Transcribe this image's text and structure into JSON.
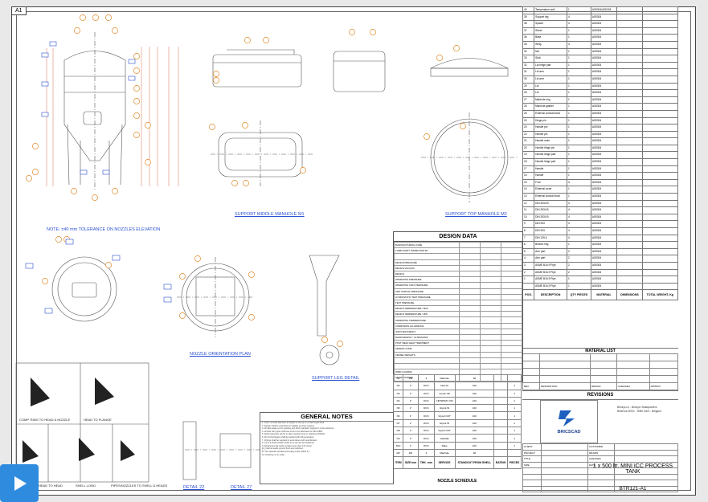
{
  "sheet": {
    "tag": "A1"
  },
  "views": {
    "note": "NOTE:   ±40 mm TOLERANCE ON NOZZLES ELEVATION",
    "support_middle": "SUPPORT MIDDLE MANHOLE M1",
    "support_top": "SUPPORT TOP MANHOLE M2",
    "nozzle_plan": "NOZZLE ORIENTATION PLAN",
    "support_leg": "SUPPORT LEG DETAIL",
    "detail_22": "DETAIL 22",
    "detail_27": "DETAIL 27",
    "welds": [
      "COMP. RING TO HEAD & NOZZLE",
      "HEAD TO FLANGE",
      "HEAD TO HEAD",
      "SHELL LONG",
      "PIPES/NOZZLES TO SHELL & HEADS"
    ]
  },
  "parts_list": {
    "rows": [
      [
        "40",
        "Temperature well",
        "1",
        "AISI304/AISI304",
        ""
      ],
      [
        "39",
        "Support leg",
        "4",
        "AISI304",
        ""
      ],
      [
        "38",
        "Spacer",
        "4",
        "AISI304",
        ""
      ],
      [
        "37",
        "Sheet",
        "1",
        "AISI304",
        ""
      ],
      [
        "36",
        "Base",
        "1",
        "AISI304",
        ""
      ],
      [
        "35",
        "Wing",
        "4",
        "AISI304",
        ""
      ],
      [
        "34",
        "Nut",
        "1",
        "AISI304",
        ""
      ],
      [
        "33",
        "Stub",
        "1",
        "AISI304",
        ""
      ],
      [
        "32",
        "Lid hinge part",
        "1",
        "AISI304",
        ""
      ],
      [
        "31",
        "Lid arm",
        "1",
        "AISI304",
        ""
      ],
      [
        "30",
        "Lid arm",
        "1",
        "AISI304",
        ""
      ],
      [
        "29",
        "Lid",
        "1",
        "AISI304",
        ""
      ],
      [
        "28",
        "Lid",
        "1",
        "AISI304",
        ""
      ],
      [
        "27",
        "Manhole ring",
        "1",
        "AISI304",
        ""
      ],
      [
        "26",
        "Manhole gasket",
        "1",
        "AISI304",
        ""
      ],
      [
        "25",
        "External conical head",
        "1",
        "AISI304",
        ""
      ],
      [
        "24",
        "Hinge pin",
        "1",
        "AISI304",
        ""
      ],
      [
        "23",
        "Handle pin",
        "1",
        "AISI304",
        ""
      ],
      [
        "22",
        "Handle pin",
        "1",
        "AISI304",
        ""
      ],
      [
        "21",
        "Handle rosie",
        "1",
        "AISI304",
        ""
      ],
      [
        "20",
        "Handle hinge pin",
        "1",
        "AISI304",
        ""
      ],
      [
        "19",
        "Handle hinge part",
        "1",
        "AISI304",
        ""
      ],
      [
        "18",
        "Handle hinge part",
        "1",
        "AISI304",
        ""
      ],
      [
        "17",
        "Handle",
        "1",
        "AISI304",
        ""
      ],
      [
        "16",
        "Handle",
        "1",
        "AISI304",
        ""
      ],
      [
        "15",
        "Foot",
        "4",
        "AISI304",
        ""
      ],
      [
        "14",
        "External cover",
        "1",
        "AISI304",
        ""
      ],
      [
        "13",
        "External conical head",
        "1",
        "AISI304",
        ""
      ],
      [
        "12",
        "DIN 2634 B",
        "4",
        "AISI304",
        ""
      ],
      [
        "11",
        "DIN 2634 B",
        "4",
        "AISI304",
        ""
      ],
      [
        "10",
        "DIN 2634 B",
        "4",
        "AISI304",
        ""
      ],
      [
        "9",
        "DIN 933",
        "4",
        "AISI304",
        ""
      ],
      [
        "8",
        "DIN 933",
        "4",
        "AISI304",
        ""
      ],
      [
        "7",
        "DIN 125 A",
        "4",
        "AISI304",
        ""
      ],
      [
        "6",
        "Bottom ring",
        "1",
        "AISI304",
        ""
      ],
      [
        "5",
        "Arm part",
        "2",
        "AISI304",
        ""
      ],
      [
        "4",
        "Arm part",
        "2",
        "AISI304",
        ""
      ],
      [
        "3",
        "ASME B16.9 Pipe",
        "2",
        "AISI304",
        ""
      ],
      [
        "2",
        "ASME B16.9 Pipe",
        "2",
        "AISI304",
        ""
      ],
      [
        "1",
        "ASME B16.9 Pipe",
        "1",
        "AISI304",
        ""
      ],
      [
        "",
        "ASME B16.9 Pipe",
        "1",
        "AISI304",
        ""
      ]
    ],
    "headers": [
      "POS.",
      "DESCRIPTION",
      "QTY PIECES",
      "MATERIAL",
      "DIMENSIONS",
      "TOTAL WEIGHT, Kg"
    ],
    "material_list_title": "MATERIAL LIST"
  },
  "design_data": {
    "title": "DESIGN DATA",
    "rows": [
      "MANUFACTURING CODE",
      "THIRD PARTY INSPECTION BY",
      "",
      "DESIGN PRESSURE",
      "DESIGN VACUUM",
      "DESIGN",
      "OPERATING PRESSURE",
      "OPERATING TEST PRESSURE",
      "ADD. PARTIAL PRESSURE",
      "HYDROSTATIC TEST PRESSURE",
      "TEST PRESSURE",
      "DESIGN TEMPERATURE / MAX",
      "DESIGN TEMPERATURE / MIN",
      "OPERATING TEMPERATURE",
      "CORROSION ALLOWANCE",
      "JOINT EFFICIENCY",
      "RADIOGRAPHY / ULTRASONIC",
      "POST WELD HEAT TREATMENT",
      "SEISMIC CODE",
      "VESSEL WEIGHTS",
      "",
      "",
      "WIND LOADING",
      "SNOW LOADING"
    ]
  },
  "nozzle_schedule": {
    "title": "NOZZLE SCHEDULE",
    "headers": [
      "ITEM",
      "SIZE mm",
      "THK. mm",
      "SERVICE",
      "STANDOUT FROM SHELL",
      "RATING",
      "PIECES"
    ],
    "rows": [
      [
        "N1",
        "DN",
        "4",
        "Manhole",
        "60",
        "",
        ""
      ],
      [
        "N2",
        "1\"",
        "DCS",
        "Inlet Air",
        "100",
        "",
        "1"
      ],
      [
        "N3",
        "1\"",
        "DCS",
        "Cooler Fill",
        "100",
        "",
        "1"
      ],
      [
        "N4",
        "1\"",
        "DCS",
        "CIP/SPRAY ON",
        "100",
        "",
        "1"
      ],
      [
        "N5",
        "1\"",
        "DCS",
        "Glycol IN",
        "100",
        "",
        "1"
      ],
      [
        "N6",
        "1\"",
        "DCS",
        "Glycol OUT",
        "100",
        "",
        "1"
      ],
      [
        "N7",
        "1\"",
        "DCS",
        "Glycol IN",
        "100",
        "",
        "1"
      ],
      [
        "N8",
        "1\"",
        "DCS",
        "Glycol OUT",
        "100",
        "",
        "1"
      ],
      [
        "N9",
        "1\"",
        "DCS",
        "Valvable",
        "100",
        "",
        "1"
      ],
      [
        "N10",
        "1\"",
        "DCS",
        "Rake",
        "100",
        "",
        "1"
      ],
      [
        "M2",
        "DN",
        "4",
        "Manhole",
        "60",
        "",
        ""
      ]
    ]
  },
  "general_notes": {
    "title": "GENERAL NOTES",
    "lines": [
      "1. Outer nominal diameter & heights at the top is a shell equal fixed.",
      "2. Design shall be extended for stability as client request",
      "3. All data relate on the welding and finish standard. Applied in circle tolerance",
      "4. All fluid cam pipes will have ends to be fabricated to DIN 11850",
      "5. Shell inspection will be to client requirements in stainless AISI304",
      "6. All nozzle flanges shall be welded with full penetration",
      "7. Fittings shall be supplied in accordance with specification",
      "8. Cone & shell outside welds to be ground and polished",
      "9. Roughness Ra inside surfaces less than 0.8 micron",
      "10. Internal welds ground flush and polished",
      "11. All materials certified according to EN 10204 3.1",
      "12. Drawing not to scale"
    ]
  },
  "revisions": {
    "title": "REVISIONS",
    "headers": [
      "REV",
      "DESCRIPTION",
      "DESIGN",
      "CHECKED",
      "APPROV"
    ]
  },
  "title_block": {
    "company": "BRICSCAD",
    "address": [
      "Bricsys nv - Bricsys Headquarters",
      "Bellevue 5/201 - 9050 Gent - Belgium"
    ],
    "fields": [
      "CLIENT",
      "PROJECT",
      "TITLE",
      "SIZE",
      "CUSTOMER",
      "DRAWN",
      "CHECKED",
      "DATE"
    ],
    "project_title": "1 x 500  ltr.  MINI ICC PROCESS TANK",
    "drawing_no": "BTR121-A1"
  },
  "colors": {
    "line": "#444444",
    "dim": "#d64a2b",
    "label": "#2a4fd1",
    "bubble": "#e08a2a"
  }
}
